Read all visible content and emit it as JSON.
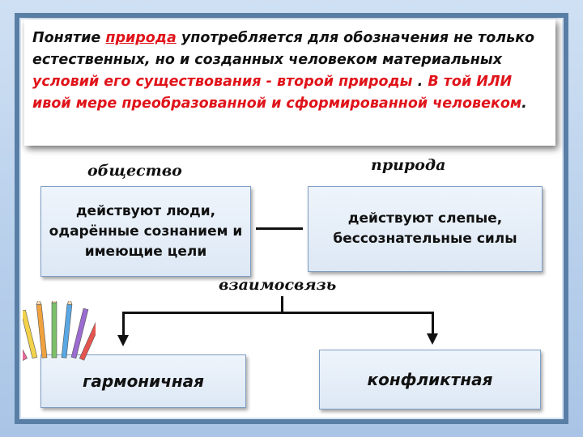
{
  "text": {
    "part1": "Понятие ",
    "part2": "природа",
    "part3": " употребляется для обозначения не только естественных, но и созданных человеком материальных ",
    "part4": "условий его существования -  второй природы",
    "part5": " . ",
    "part6": "В той ИЛИ ивой мере преобразованной и сформированной человеком",
    "part7": "."
  },
  "left": {
    "heading": "общество",
    "box": "действуют люди, одарённые сознанием и имеющие цели"
  },
  "right": {
    "heading": "природа",
    "box": "действуют слепые, бессознательные силы"
  },
  "relation_label": "взаимосвязь",
  "outcomes": {
    "left": "гармоничная",
    "right": "конфликтная"
  },
  "colors": {
    "frame": "#5a7fa6",
    "highlight": "#e0141b",
    "box_fill": "#e6eef8"
  },
  "icons": {
    "decoration": "colored-pencils-icon"
  }
}
